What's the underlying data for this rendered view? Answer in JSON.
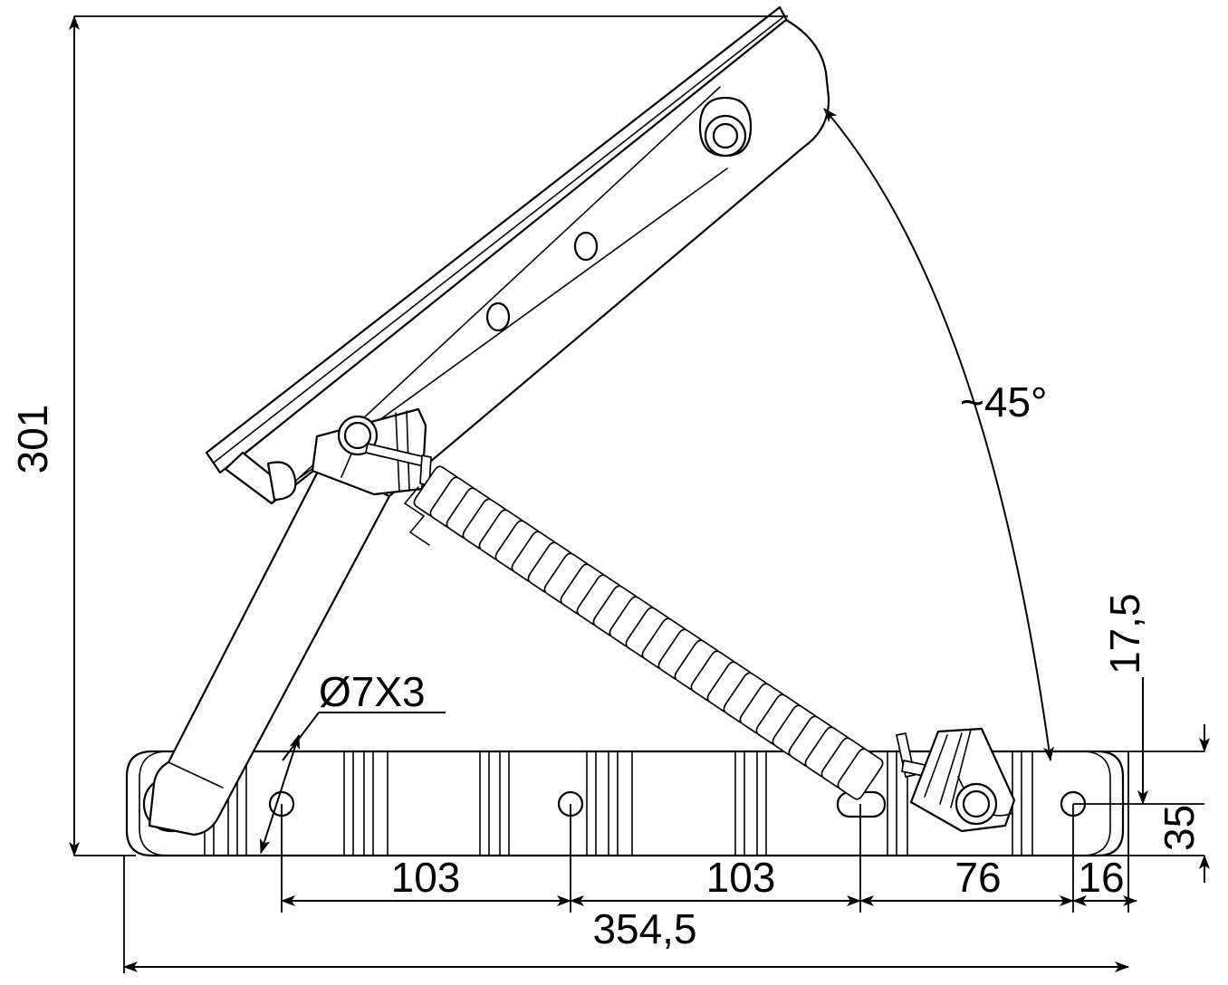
{
  "drawing": {
    "type": "mechanical-engineering-drawing",
    "subject": "spring-loaded folding lid stay / hinge mechanism (side elevation)",
    "units": "mm",
    "line_color": "#000000",
    "background_color": "#ffffff",
    "dimensions": {
      "overall_height": {
        "value": "301",
        "orientation": "vertical",
        "position": "left",
        "rotation_deg": -90
      },
      "overall_length": {
        "value": "354,5",
        "orientation": "horizontal",
        "position": "bottom"
      },
      "hole_spacing_1": {
        "value": "103",
        "orientation": "horizontal"
      },
      "hole_spacing_2": {
        "value": "103",
        "orientation": "horizontal"
      },
      "hole_spacing_3": {
        "value": "76",
        "orientation": "horizontal"
      },
      "edge_distance": {
        "value": "16",
        "orientation": "horizontal"
      },
      "hole_center_height": {
        "value": "17,5",
        "orientation": "vertical",
        "position": "right",
        "rotation_deg": -90
      },
      "rail_height": {
        "value": "35",
        "orientation": "vertical",
        "position": "right",
        "rotation_deg": -90
      }
    },
    "annotations": {
      "hole_callout": {
        "text": "Ø7X3",
        "meaning": "three holes of 7 mm diameter",
        "leader": true
      },
      "opening_angle": {
        "text": "~45°",
        "meaning": "approximate opening angle of the arm",
        "arc": true
      }
    },
    "components": [
      {
        "name": "base-rail",
        "description": "lower horizontal mounting rail with rounded ends"
      },
      {
        "name": "upper-arm",
        "description": "inclined upper arm plate with two holes and pivot eye"
      },
      {
        "name": "lower-link-arm",
        "description": "diagonal link arm from base pivot to upper bracket"
      },
      {
        "name": "tension-spring",
        "description": "coil tension spring between upper bracket and base bracket"
      },
      {
        "name": "upper-spring-bracket",
        "description": "triangular bracket with pivot hole on the link arm"
      },
      {
        "name": "lower-spring-bracket",
        "description": "triangular bracket mounted on base rail"
      },
      {
        "name": "top-pivot-eye",
        "description": "pivot eye at the top right of the upper arm"
      },
      {
        "name": "base-pivot-eye",
        "description": "pivot eye at the left end of the base rail"
      }
    ]
  }
}
